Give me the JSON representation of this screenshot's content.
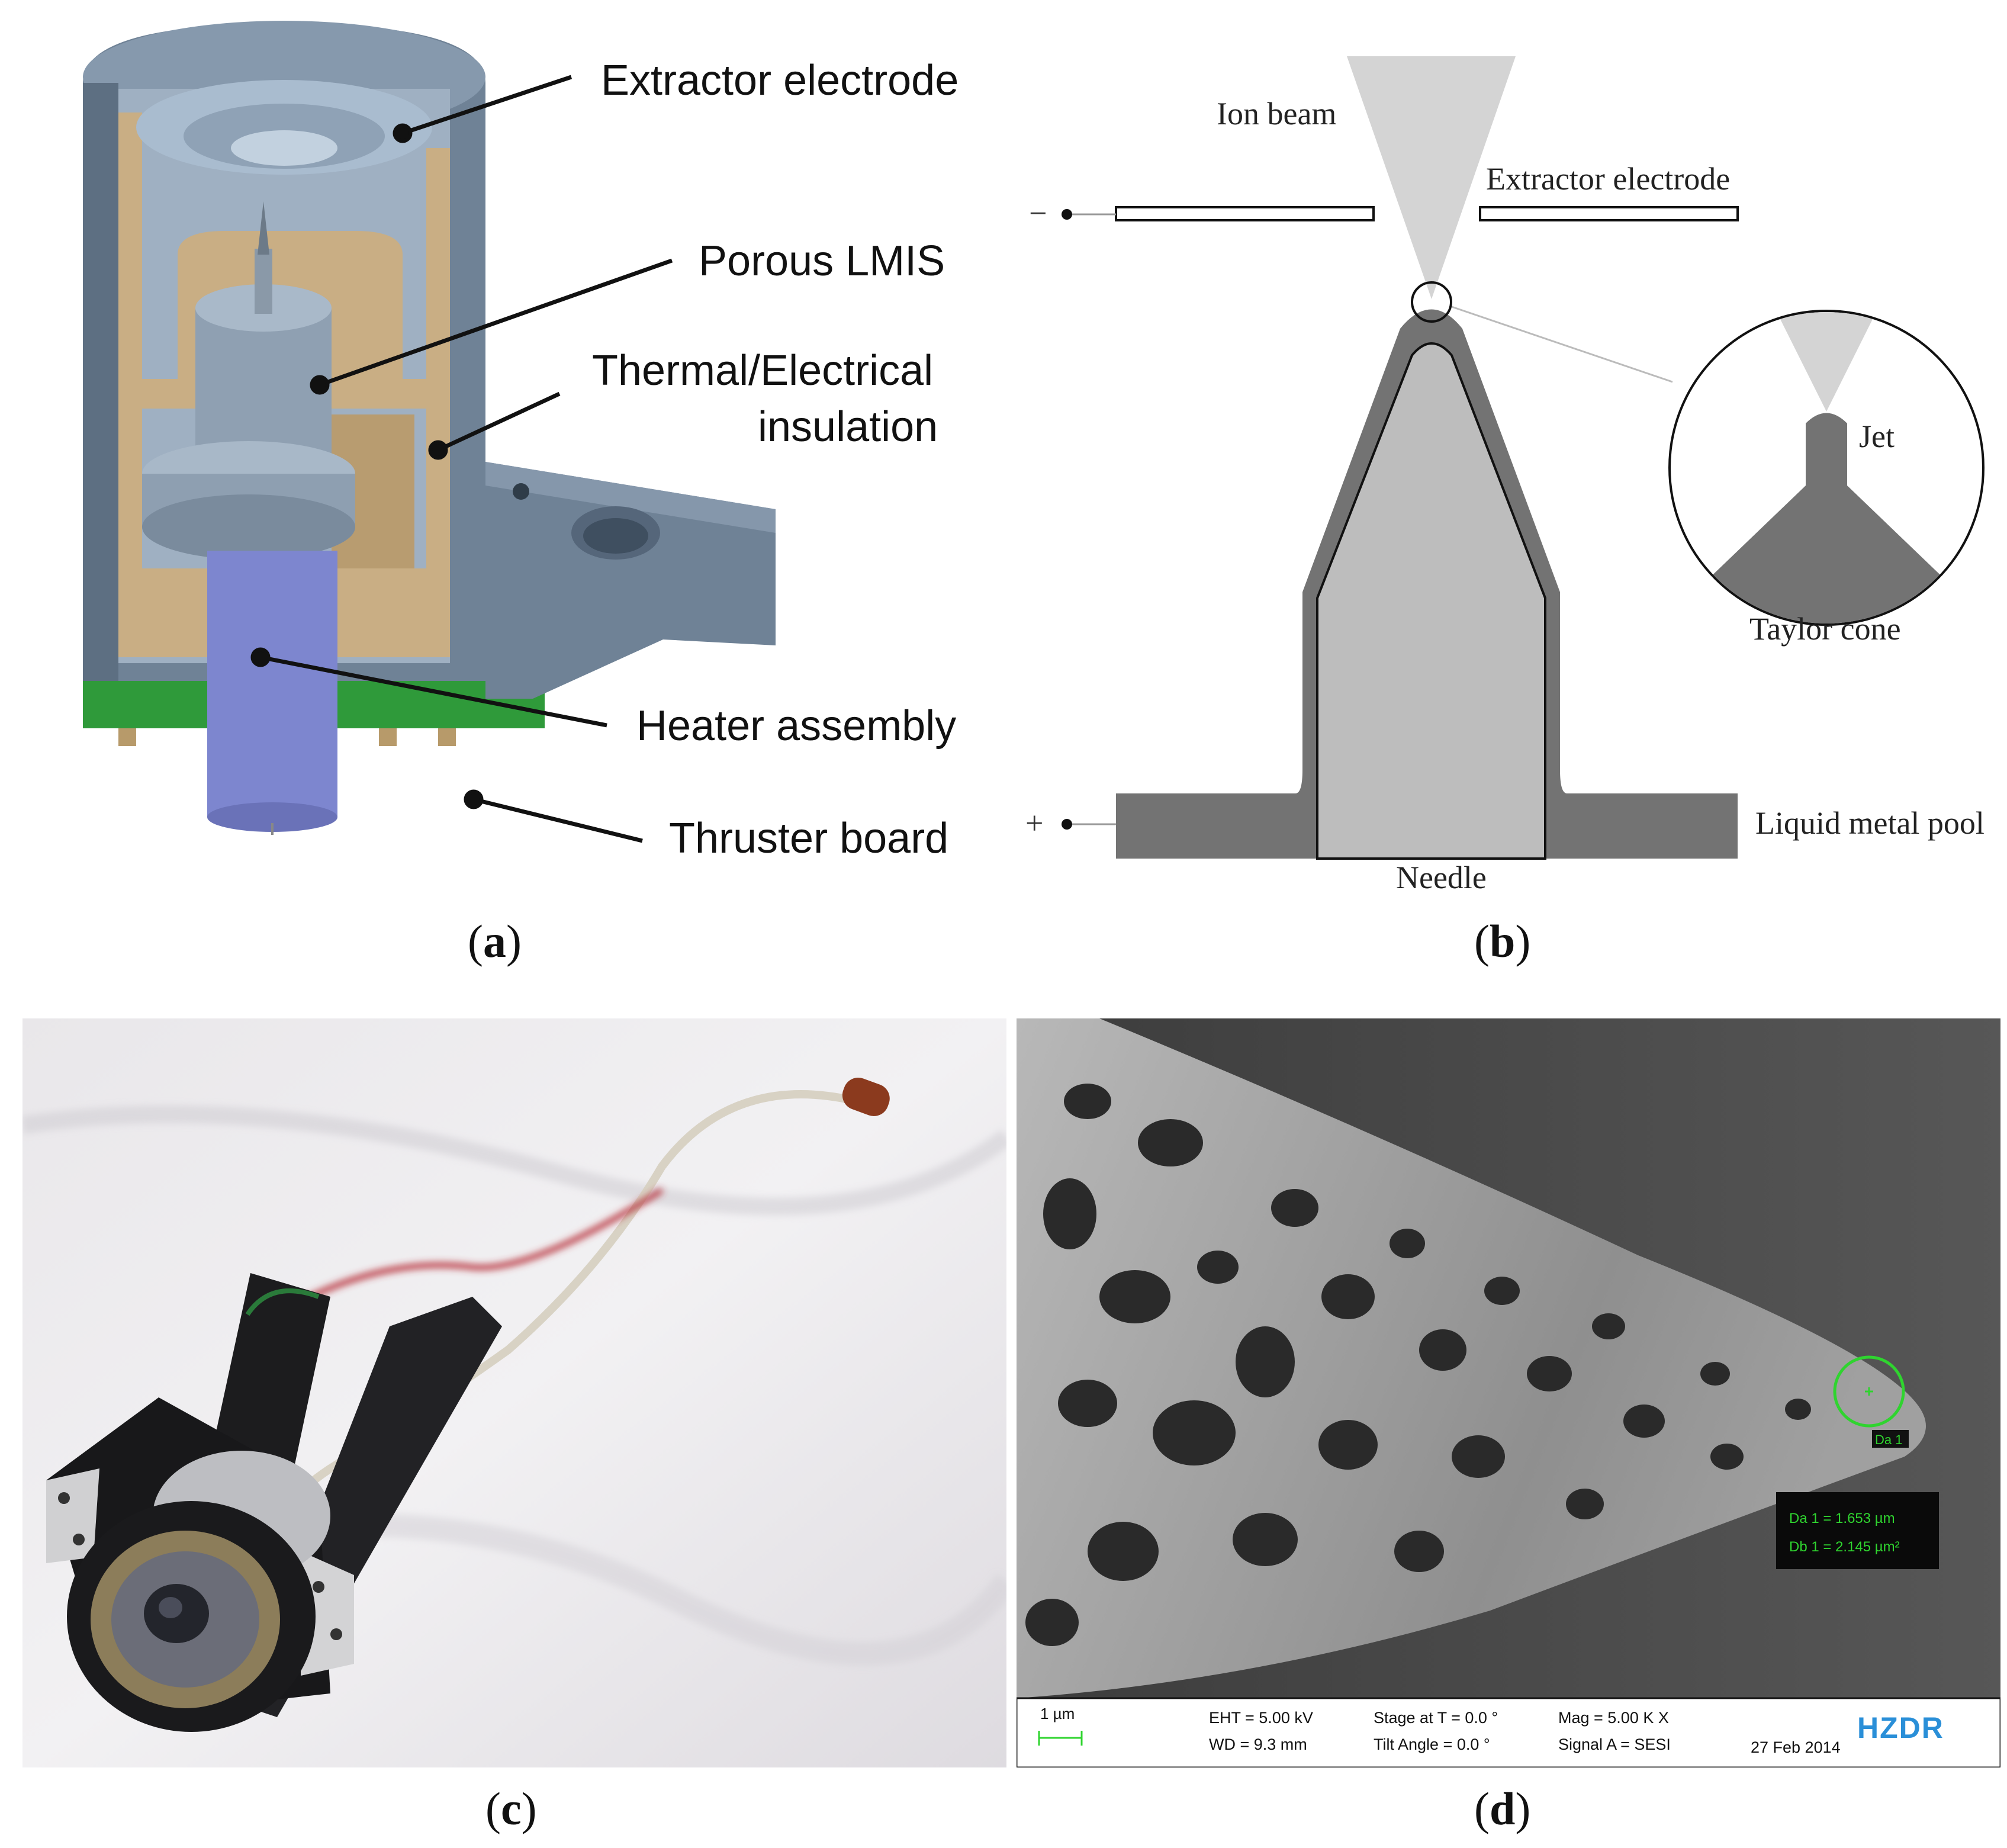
{
  "panel_a": {
    "caption": "a",
    "labels": {
      "extractor": "Extractor electrode",
      "porous": "Porous LMIS",
      "insulation_1": "Thermal/Electrical",
      "insulation_2": "insulation",
      "heater": "Heater assembly",
      "board": "Thruster board"
    }
  },
  "panel_b": {
    "caption": "b",
    "labels": {
      "ion_beam": "Ion beam",
      "extractor": "Extractor electrode",
      "jet": "Jet",
      "taylor": "Taylor cone",
      "pool": "Liquid metal pool",
      "needle": "Needle",
      "minus": "−",
      "plus": "+"
    }
  },
  "panel_c": {
    "caption": "c"
  },
  "panel_d": {
    "caption": "d",
    "measure_tag": "Da 1",
    "measure_1": "Da 1 = 1.653 µm",
    "measure_2": "Db 1 = 2.145 µm²",
    "scale": "1 µm",
    "eht": "EHT =  5.00 kV",
    "wd": "WD =  9.3 mm",
    "stage": "Stage at T =   0.0 °",
    "tilt": "Tilt Angle =   0.0 °",
    "mag": "Mag =    5.00 K X",
    "signal": "Signal A = SESI",
    "date": "27 Feb 2014",
    "logo": "HZDR"
  },
  "colors": {
    "housing": "#6f8296",
    "insulator": "#c9ae84",
    "board": "#2f9a3a",
    "heater": "#7d86cf",
    "pool": "#737373",
    "needle": "#bdbdbd",
    "beam": "#d4d4d4",
    "sem_bg": "#4a4a4a",
    "sem_green": "#2fd42f"
  }
}
